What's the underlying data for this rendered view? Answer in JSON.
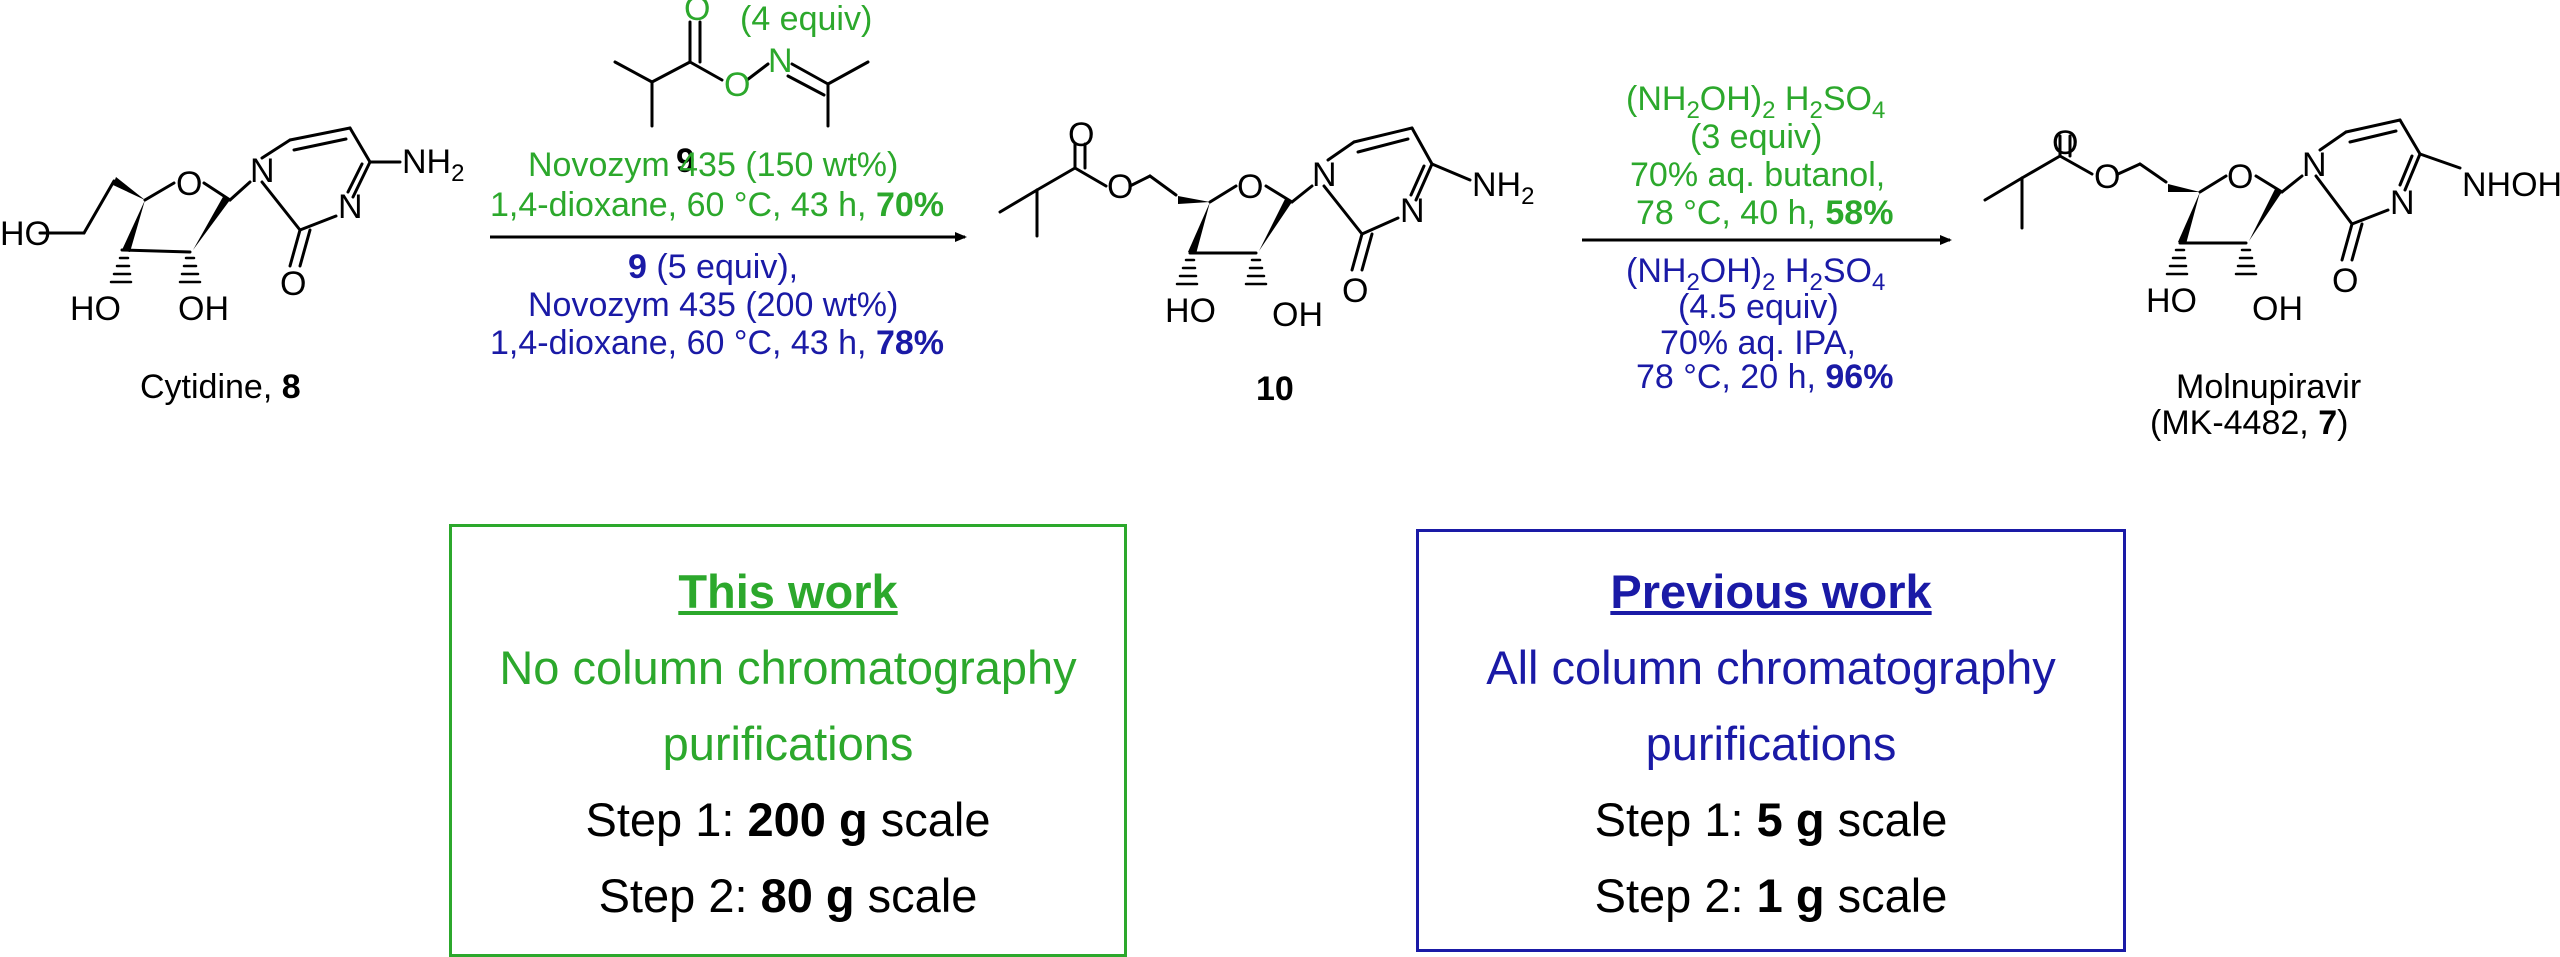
{
  "colors": {
    "green": "#2ca82c",
    "blue": "#1a1aa6",
    "black": "#000000"
  },
  "atoms": {
    "o": "O",
    "n": "N",
    "nh2": "NH",
    "nh2_sub": "2",
    "ho": "HO",
    "oh": "OH",
    "nhoh": "NHOH"
  },
  "compounds": {
    "cytidine": {
      "name": "Cytidine, ",
      "number": "8"
    },
    "intermediate": {
      "number": "10"
    },
    "molnupiravir": {
      "name": "Molnupiravir",
      "code_prefix": "(MK-4482, ",
      "number": "7",
      "code_suffix": ")"
    },
    "reagent": {
      "number": "9",
      "equiv": "(4 equiv)"
    }
  },
  "step1": {
    "green": {
      "enzyme": "Novozym 435  (150 wt%)",
      "conditions": "1,4-dioxane, 60 °C, 43 h, ",
      "yield": "70%"
    },
    "blue": {
      "reagent_number": "9",
      "reagent_equiv": " (5 equiv),",
      "enzyme": "Novozym 435 (200 wt%)",
      "conditions": "1,4-dioxane, 60 °C, 43 h, ",
      "yield": "78%"
    }
  },
  "step2": {
    "green": {
      "reagent_a": "(NH",
      "reagent_b": "2",
      "reagent_c": "OH)",
      "reagent_d": "2",
      "reagent_e": " H",
      "reagent_f": "2",
      "reagent_g": "SO",
      "reagent_h": "4",
      "equiv": "(3 equiv)",
      "solvent": "70% aq. butanol,",
      "conditions": "78 °C, 40 h, ",
      "yield": "58%"
    },
    "blue": {
      "reagent_a": "(NH",
      "reagent_b": "2",
      "reagent_c": "OH)",
      "reagent_d": "2",
      "reagent_e": " H",
      "reagent_f": "2",
      "reagent_g": "SO",
      "reagent_h": "4",
      "equiv": "(4.5 equiv)",
      "solvent": "70% aq. IPA,",
      "conditions": "78 °C, 20 h, ",
      "yield": "96%"
    }
  },
  "this_work": {
    "title": "This work",
    "line1": "No column chromatography",
    "line2": "purifications",
    "step1_prefix": "Step 1: ",
    "step1_value": "200 g",
    "step1_suffix": " scale",
    "step2_prefix": "Step 2: ",
    "step2_value": "80 g",
    "step2_suffix": " scale"
  },
  "previous_work": {
    "title": "Previous work",
    "line1": "All column chromatography",
    "line2": "purifications",
    "step1_prefix": "Step 1: ",
    "step1_value": "5 g",
    "step1_suffix": " scale",
    "step2_prefix": "Step 2: ",
    "step2_value": "1 g",
    "step2_suffix": " scale"
  }
}
